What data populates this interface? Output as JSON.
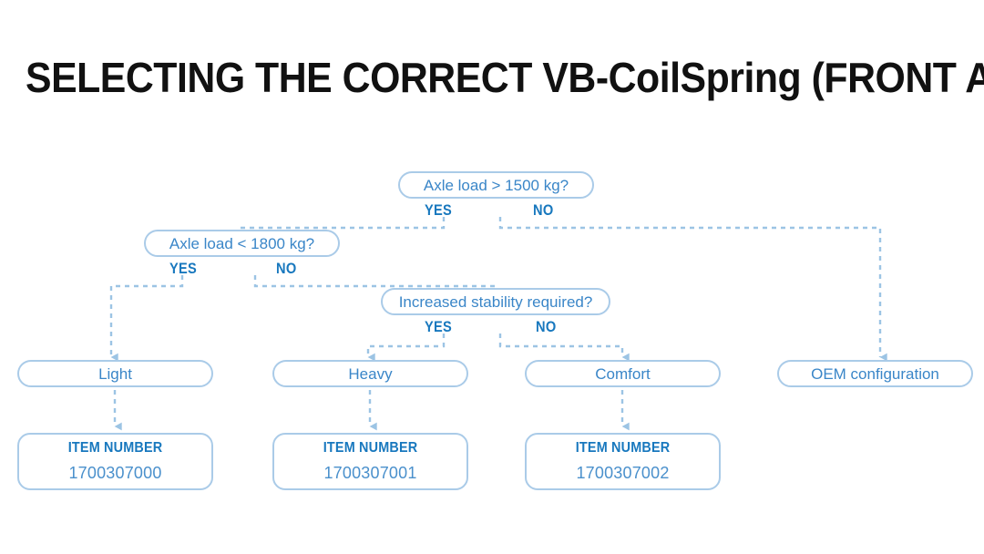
{
  "page": {
    "title": "SELECTING THE CORRECT VB-CoilSpring (FRONT AXLE)",
    "background": "#ffffff"
  },
  "colors": {
    "title_text": "#111111",
    "node_border": "#aacbe8",
    "node_text": "#3a86c8",
    "branch_label": "#1878be",
    "connector": "#9cc4e4",
    "item_label": "#1878be",
    "item_number": "#4a90cc"
  },
  "flow": {
    "decisions": [
      {
        "id": "axle-load-gt-1500",
        "text": "Axle load > 1500 kg?",
        "yes_label": "YES",
        "no_label": "NO"
      },
      {
        "id": "axle-load-lt-1800",
        "text": "Axle load < 1800 kg?",
        "yes_label": "YES",
        "no_label": "NO"
      },
      {
        "id": "increased-stability",
        "text": "Increased stability required?",
        "yes_label": "YES",
        "no_label": "NO"
      }
    ],
    "results": [
      {
        "id": "light",
        "text": "Light"
      },
      {
        "id": "heavy",
        "text": "Heavy"
      },
      {
        "id": "comfort",
        "text": "Comfort"
      },
      {
        "id": "oem",
        "text": "OEM configuration"
      }
    ],
    "items": [
      {
        "id": "item-light",
        "label": "ITEM NUMBER",
        "number": "1700307000"
      },
      {
        "id": "item-heavy",
        "label": "ITEM NUMBER",
        "number": "1700307001"
      },
      {
        "id": "item-comfort",
        "label": "ITEM NUMBER",
        "number": "1700307002"
      }
    ]
  }
}
